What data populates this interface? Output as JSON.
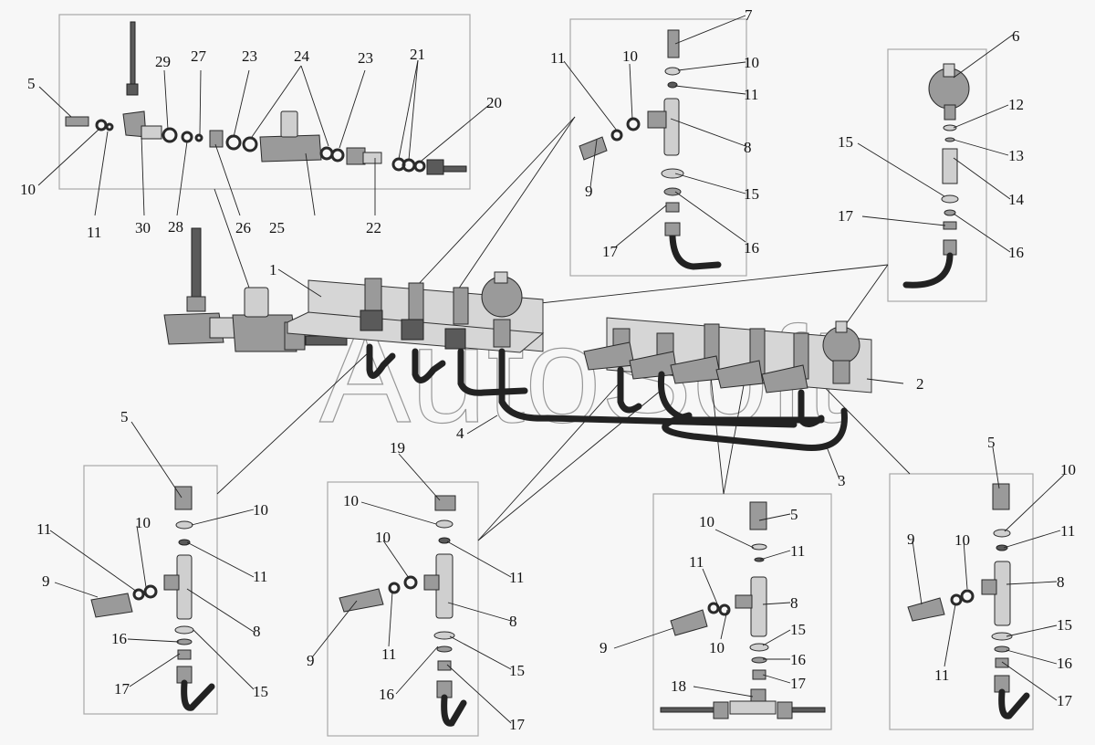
{
  "diagram": {
    "title": "Sensor manifold assembly — exploded view",
    "watermark": "AutoSoft",
    "colors": {
      "background": "#f7f7f7",
      "line": "#222222",
      "box": "#a8a8a8",
      "part": "#9a9a9a"
    },
    "main_assembly_labels": {
      "manifold_1": "1",
      "manifold_2": "2",
      "tube_3": "3",
      "tube_4": "4"
    },
    "top_left_box": {
      "labels": [
        "5",
        "10",
        "11",
        "30",
        "29",
        "28",
        "27",
        "26",
        "23",
        "24",
        "25",
        "23",
        "22",
        "21",
        "20"
      ]
    },
    "top_center_box": {
      "labels": [
        "7",
        "10",
        "11",
        "8",
        "11",
        "10",
        "9",
        "15",
        "16",
        "17"
      ]
    },
    "top_right_box": {
      "labels": [
        "6",
        "12",
        "13",
        "14",
        "15",
        "17",
        "16"
      ]
    },
    "bottom_box_1": {
      "labels": [
        "5",
        "10",
        "11",
        "10",
        "11",
        "9",
        "8",
        "16",
        "17",
        "15"
      ]
    },
    "bottom_box_2": {
      "labels": [
        "19",
        "10",
        "10",
        "11",
        "9",
        "11",
        "8",
        "15",
        "16",
        "17"
      ]
    },
    "bottom_box_3": {
      "labels": [
        "5",
        "10",
        "11",
        "11",
        "8",
        "9",
        "10",
        "15",
        "16",
        "17",
        "18"
      ]
    },
    "bottom_box_4": {
      "labels": [
        "5",
        "10",
        "11",
        "9",
        "10",
        "8",
        "11",
        "15",
        "16",
        "17"
      ]
    }
  }
}
